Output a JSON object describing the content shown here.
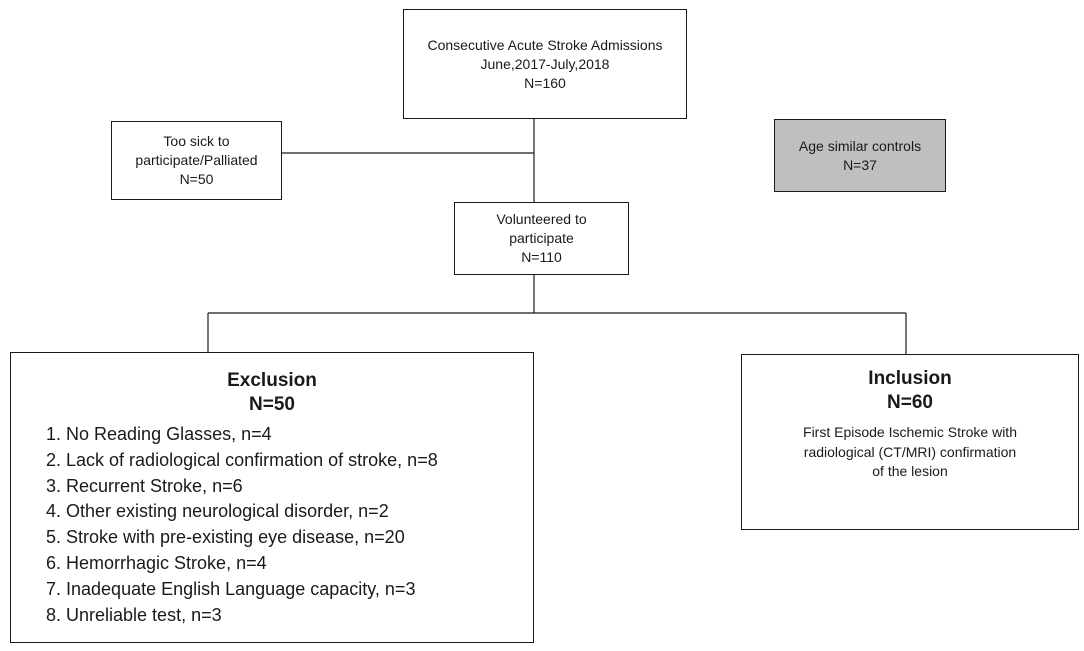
{
  "nodes": {
    "admissions": {
      "lines": [
        "Consecutive Acute Stroke Admissions",
        "June,2017-July,2018",
        "N=160"
      ]
    },
    "too_sick": {
      "lines": [
        "Too sick to",
        "participate/Palliated",
        "N=50"
      ]
    },
    "controls": {
      "lines": [
        "Age similar controls",
        "N=37"
      ],
      "fill": "#bfbfbf"
    },
    "volunteered": {
      "lines": [
        "Volunteered to",
        "participate",
        "N=110"
      ]
    },
    "exclusion": {
      "title": "Exclusion",
      "count": "N=50",
      "items": [
        "1. No Reading Glasses, n=4",
        "2. Lack of radiological confirmation of stroke, n=8",
        "3. Recurrent Stroke, n=6",
        "4. Other existing neurological disorder, n=2",
        "5. Stroke with pre-existing eye disease, n=20",
        "6. Hemorrhagic Stroke, n=4",
        "7. Inadequate English Language capacity, n=3",
        "8. Unreliable test, n=3"
      ]
    },
    "inclusion": {
      "title": "Inclusion",
      "count": "N=60",
      "lines": [
        "First Episode Ischemic Stroke with",
        "radiological (CT/MRI) confirmation",
        "of the lesion"
      ]
    }
  },
  "edges": [
    {
      "from": "admissions",
      "to": "volunteered"
    },
    {
      "from": "admissions",
      "to": "too_sick"
    },
    {
      "from": "volunteered",
      "to": "exclusion"
    },
    {
      "from": "volunteered",
      "to": "inclusion"
    }
  ],
  "colors": {
    "stroke": "#1a1a1a",
    "controls_fill": "#bfbfbf",
    "background": "#ffffff"
  }
}
